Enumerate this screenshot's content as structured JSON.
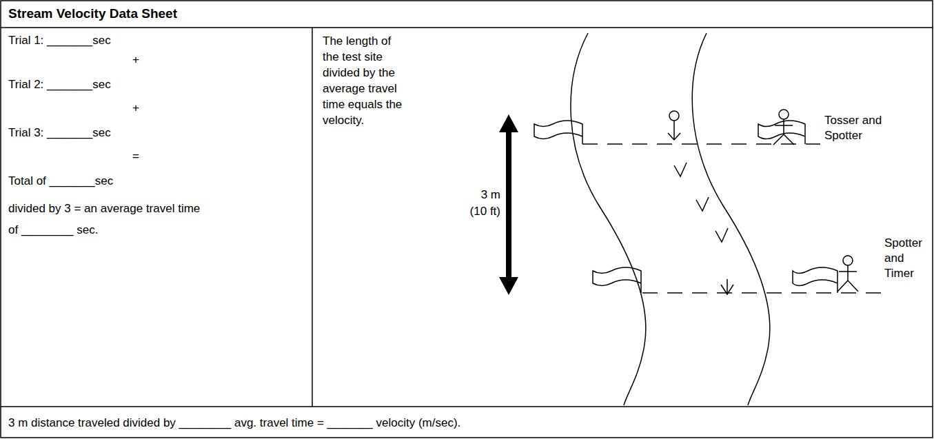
{
  "diagram": {
    "title": "Stream Velocity Data Sheet",
    "labels": [
      "Trial 1: _______sec",
      "+",
      "Trial 2: _______sec",
      "+",
      "Trial 3: _______sec",
      "=",
      "Total of _______sec",
      "divided by 3 = an average travel time of ________ sec.",
      "The length of the test site divided by the average travel time equals the velocity.",
      "3 m",
      "(10 ft)",
      "Tosser and Spotter",
      "Spotter and Timer",
      "3 m distance traveled divided by ________ avg. travel time = _______ velocity (m/sec)."
    ]
  }
}
